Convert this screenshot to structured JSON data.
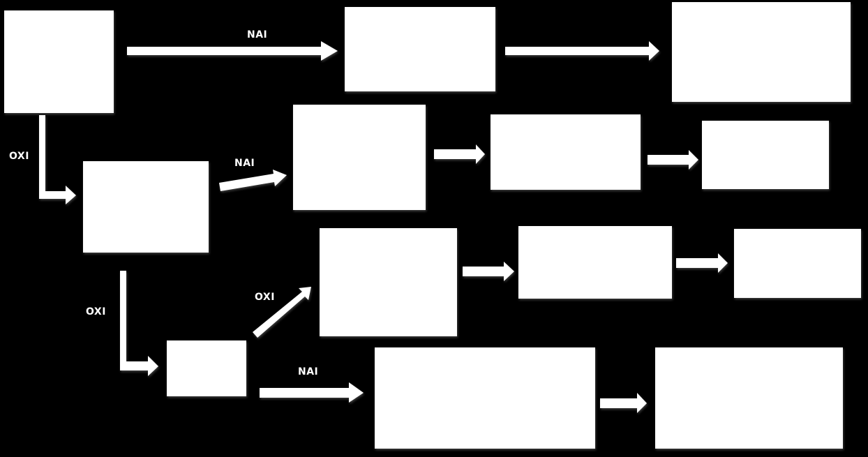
{
  "colors": {
    "background": "#000000",
    "box_fill": "#ffffff",
    "arrow_fill": "#ffffff",
    "label_text": "#ffffff"
  },
  "labels": {
    "top_path_nai": "NAI",
    "first_branch_oxi": "OXI",
    "second_row_nai": "NAI",
    "second_branch_oxi": "OXI",
    "third_row_oxi": "OXI",
    "bottom_row_nai": "NAI"
  }
}
